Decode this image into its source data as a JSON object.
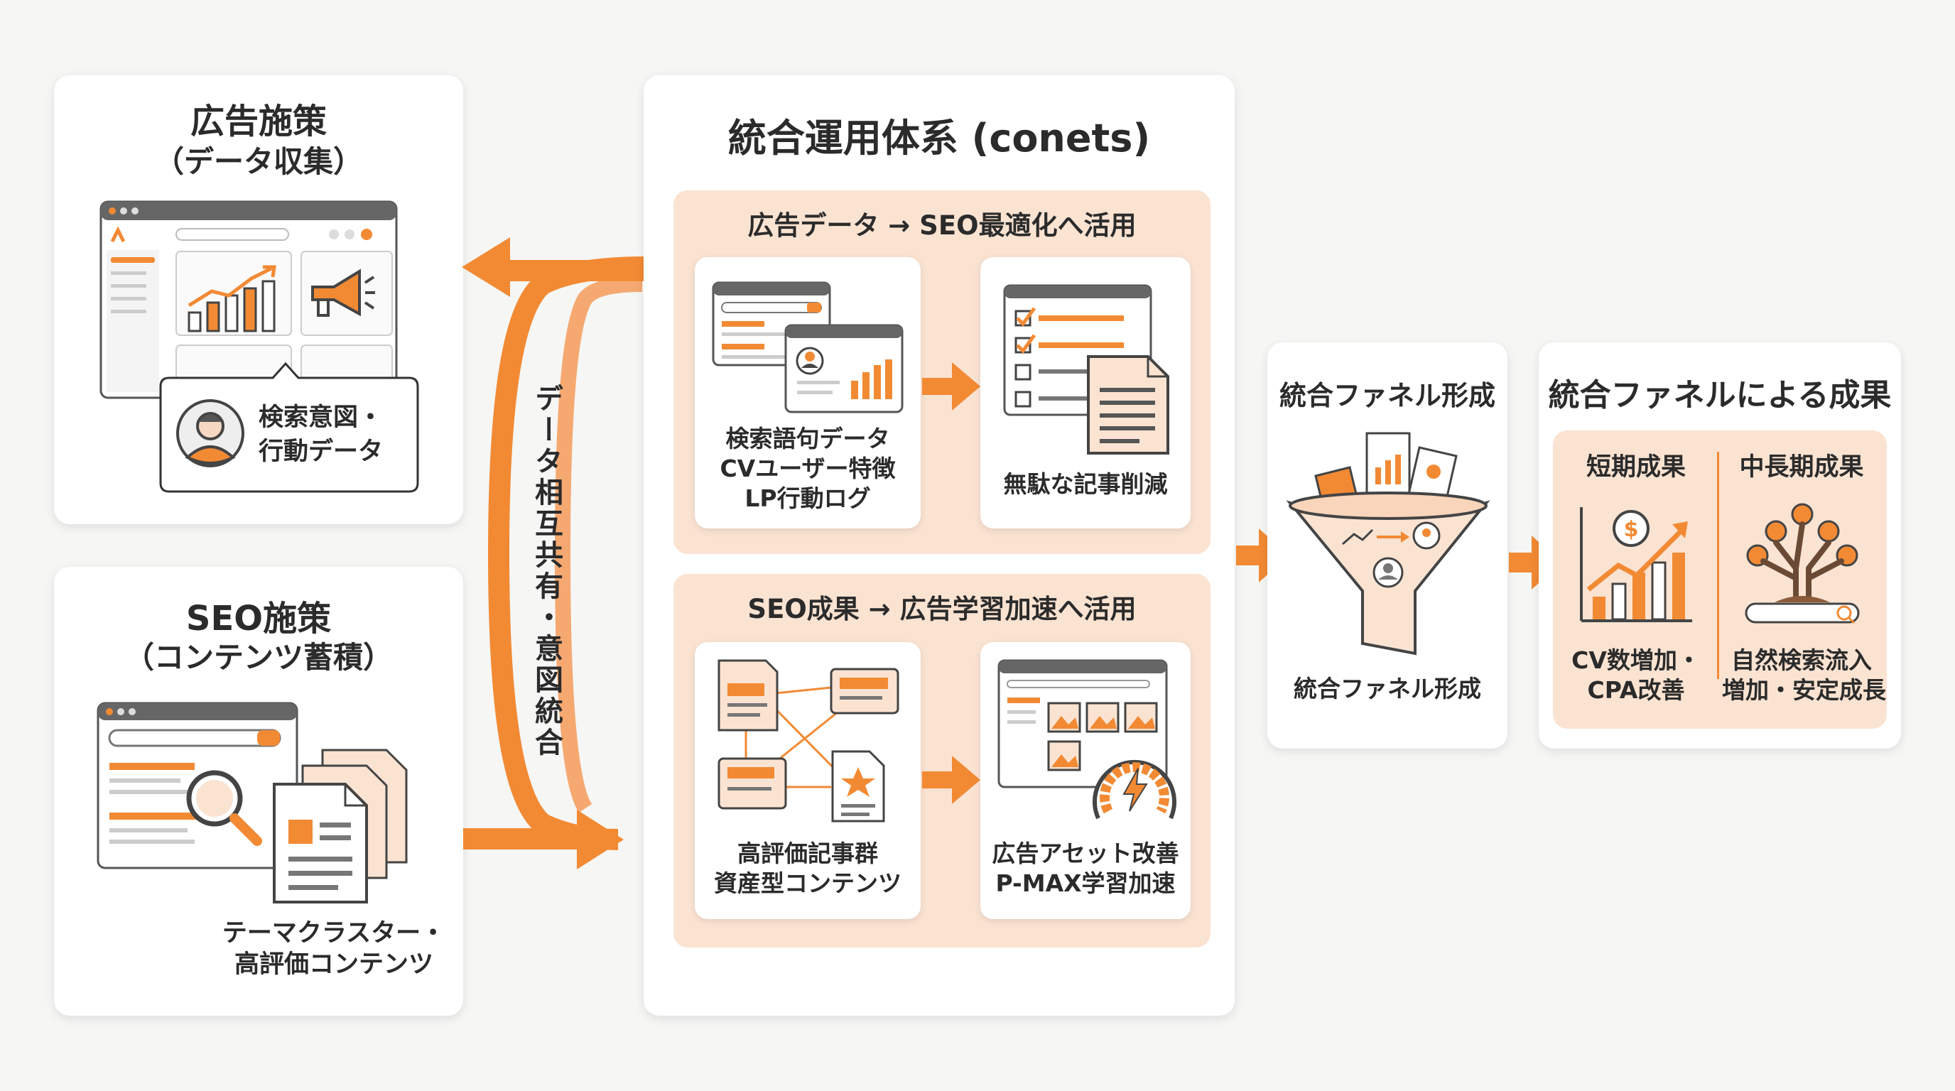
{
  "ad": {
    "title": "広告施策",
    "subtitle": "（データ収集）",
    "callout_line1": "検索意図・",
    "callout_line2": "行動データ"
  },
  "seo": {
    "title": "SEO施策",
    "subtitle": "（コンテンツ蓄積）",
    "caption_line1": "テーマクラスター・",
    "caption_line2": "高評価コンテンツ"
  },
  "loop_label": "データ相互共有・意図統合",
  "integrated": {
    "title": "統合運用体系 (conets)",
    "band1": {
      "title": "広告データ → SEO最適化へ活用",
      "card1": [
        "検索語句データ",
        "CVユーザー特徴",
        "LP行動ログ"
      ],
      "card2": [
        "無駄な記事削減"
      ]
    },
    "band2": {
      "title": "SEO成果 → 広告学習加速へ活用",
      "card1": [
        "高評価記事群",
        "資産型コンテンツ"
      ],
      "card2": [
        "広告アセット改善",
        "P-MAX学習加速"
      ]
    }
  },
  "funnel": {
    "title": "統合ファネル形成",
    "caption": "統合ファネル形成"
  },
  "results": {
    "title": "統合ファネルによる成果",
    "short": {
      "heading": "短期成果",
      "line1": "CV数増加・",
      "line2": "CPA改善"
    },
    "long": {
      "heading": "中長期成果",
      "line1": "自然検索流入",
      "line2": "増加・安定成長"
    }
  },
  "colors": {
    "accent": "#f28a34",
    "accent_light": "#fbe3d2",
    "text": "#2b2b2b",
    "card": "#ffffff",
    "background": "#f6f6f5"
  },
  "icons": [
    "browser-window-icon",
    "bar-chart-icon",
    "megaphone-icon",
    "user-avatar-icon",
    "search-bar-icon",
    "magnifier-icon",
    "document-stack-icon",
    "checklist-icon",
    "document-icon",
    "network-icon",
    "star-document-icon",
    "image-ads-icon",
    "speedometer-icon",
    "funnel-icon",
    "dollar-growth-chart-icon",
    "tree-growth-icon",
    "loop-arrow-icon",
    "right-arrow-icon"
  ]
}
